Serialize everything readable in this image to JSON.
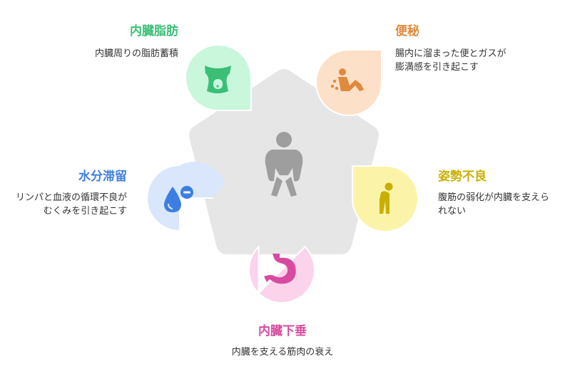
{
  "center": {
    "icon": "person-holding-stomach-icon",
    "color": "#9e9e9e",
    "bg": "#e6e6e6"
  },
  "factors": [
    {
      "key": "visceral-fat",
      "title": "内臓脂肪",
      "desc": "内臓周りの脂肪蓄積",
      "color": "#3bbf77",
      "bg": "#c9f7dc",
      "icon": "torso-icon"
    },
    {
      "key": "constipation",
      "title": "便秘",
      "desc": "腸内に溜まった便とガスが膨満感を引き起こす",
      "color": "#e08a3c",
      "bg": "#fde0c8",
      "icon": "constipation-icon"
    },
    {
      "key": "posture",
      "title": "姿勢不良",
      "desc": "腹筋の弱化が内臓を支えられない",
      "color": "#c9b000",
      "bg": "#fbf3a8",
      "icon": "slouching-figure-icon"
    },
    {
      "key": "prolapse",
      "title": "内臓下垂",
      "desc": "内臓を支える筋肉の衰え",
      "color": "#d84aa0",
      "bg": "#fbd3ea",
      "icon": "stomach-icon"
    },
    {
      "key": "water-retention",
      "title": "水分滞留",
      "desc": "リンパと血液の循環不良がむくみを引き起こす",
      "color": "#3d7fe0",
      "bg": "#d9e6fb",
      "icon": "water-drop-minus-icon"
    }
  ]
}
